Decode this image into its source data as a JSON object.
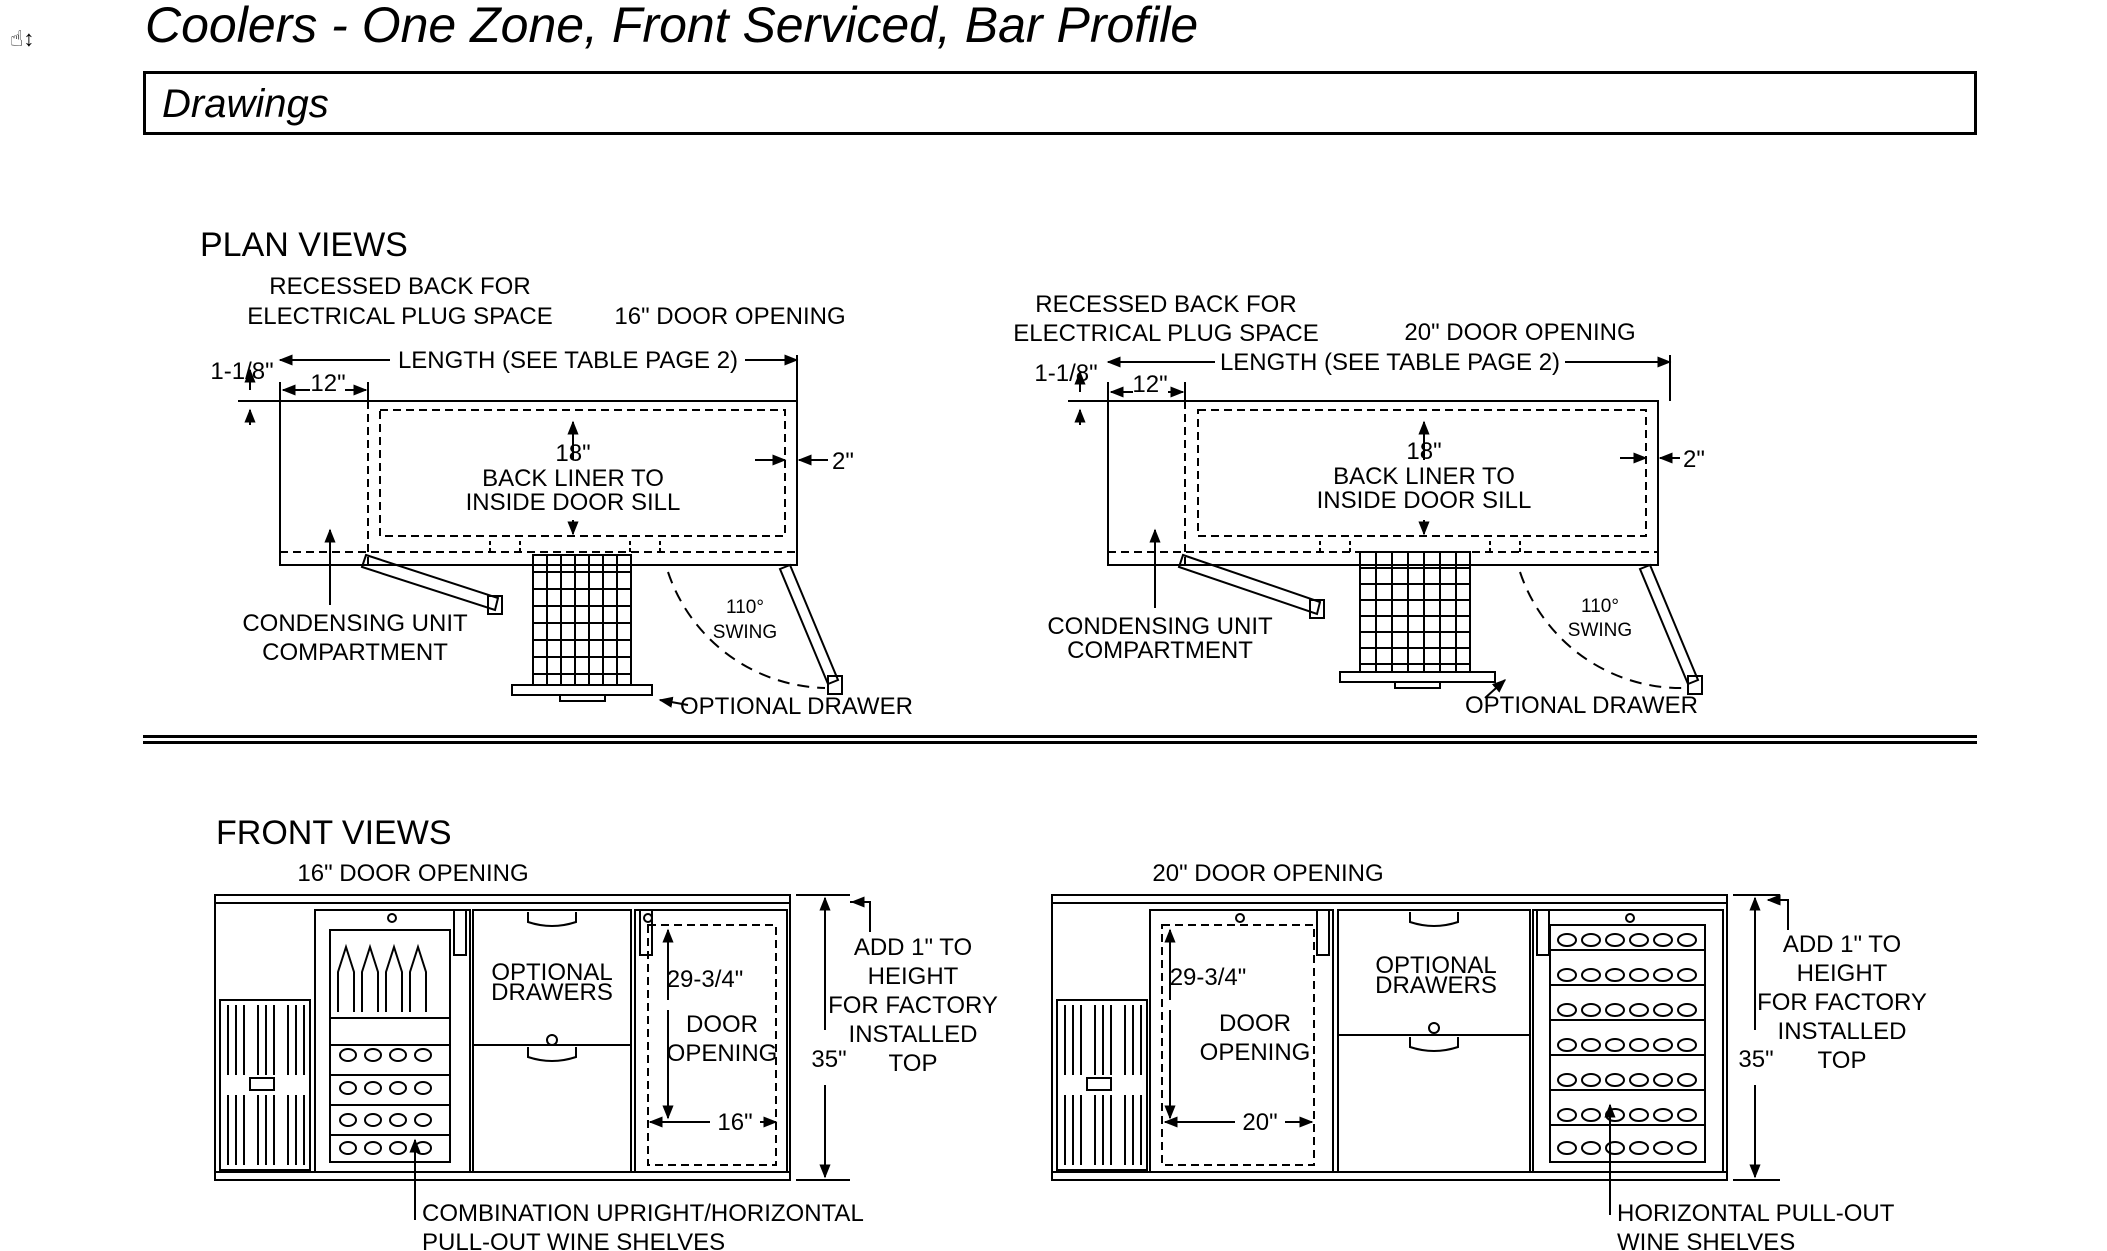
{
  "header": {
    "title": "Coolers - One Zone, Front Serviced, Bar Profile",
    "section": "Drawings",
    "cursor_icon": "hand-scroll-icon"
  },
  "plan_views": {
    "heading": "PLAN VIEWS",
    "left": {
      "recessed_1": "RECESSED BACK FOR",
      "recessed_2": "ELECTRICAL PLUG SPACE",
      "door_opening": "16\" DOOR OPENING",
      "length": "LENGTH (SEE TABLE PAGE 2)",
      "dim_offset": "1-1/8\"",
      "dim_12": "12\"",
      "dim_18": "18\"",
      "back_liner_1": "BACK LINER TO",
      "back_liner_2": "INSIDE DOOR SILL",
      "dim_2": "2\"",
      "swing_1": "110°",
      "swing_2": "SWING",
      "condensing_1": "CONDENSING UNIT",
      "condensing_2": "COMPARTMENT",
      "drawer": "OPTIONAL DRAWER"
    },
    "right": {
      "recessed_1": "RECESSED BACK FOR",
      "recessed_2": "ELECTRICAL PLUG SPACE",
      "door_opening": "20\" DOOR OPENING",
      "length": "LENGTH (SEE TABLE PAGE 2)",
      "dim_offset": "1-1/8\"",
      "dim_12": "12\"",
      "dim_18": "18\"",
      "back_liner_1": "BACK LINER TO",
      "back_liner_2": "INSIDE DOOR SILL",
      "dim_2": "2\"",
      "swing_1": "110°",
      "swing_2": "SWING",
      "condensing_1": "CONDENSING UNIT",
      "condensing_2": "COMPARTMENT",
      "drawer": "OPTIONAL DRAWER"
    }
  },
  "front_views": {
    "heading": "FRONT VIEWS",
    "left": {
      "door_opening": "16\" DOOR OPENING",
      "drawers_1": "OPTIONAL",
      "drawers_2": "DRAWERS",
      "dim_height": "29-3/4\"",
      "door_1": "DOOR",
      "door_2": "OPENING",
      "dim_width": "16\"",
      "dim_35": "35\"",
      "add_1": "ADD 1\" TO",
      "add_2": "HEIGHT",
      "add_3": "FOR FACTORY",
      "add_4": "INSTALLED",
      "add_5": "TOP",
      "shelves_1": "COMBINATION UPRIGHT/HORIZONTAL",
      "shelves_2": "PULL-OUT WINE SHELVES"
    },
    "right": {
      "door_opening": "20\" DOOR OPENING",
      "drawers_1": "OPTIONAL",
      "drawers_2": "DRAWERS",
      "dim_height": "29-3/4\"",
      "door_1": "DOOR",
      "door_2": "OPENING",
      "dim_width": "20\"",
      "dim_35": "35\"",
      "add_1": "ADD 1\" TO",
      "add_2": "HEIGHT",
      "add_3": "FOR FACTORY",
      "add_4": "INSTALLED",
      "add_5": "TOP",
      "shelves_1": "HORIZONTAL PULL-OUT",
      "shelves_2": "WINE SHELVES"
    }
  }
}
